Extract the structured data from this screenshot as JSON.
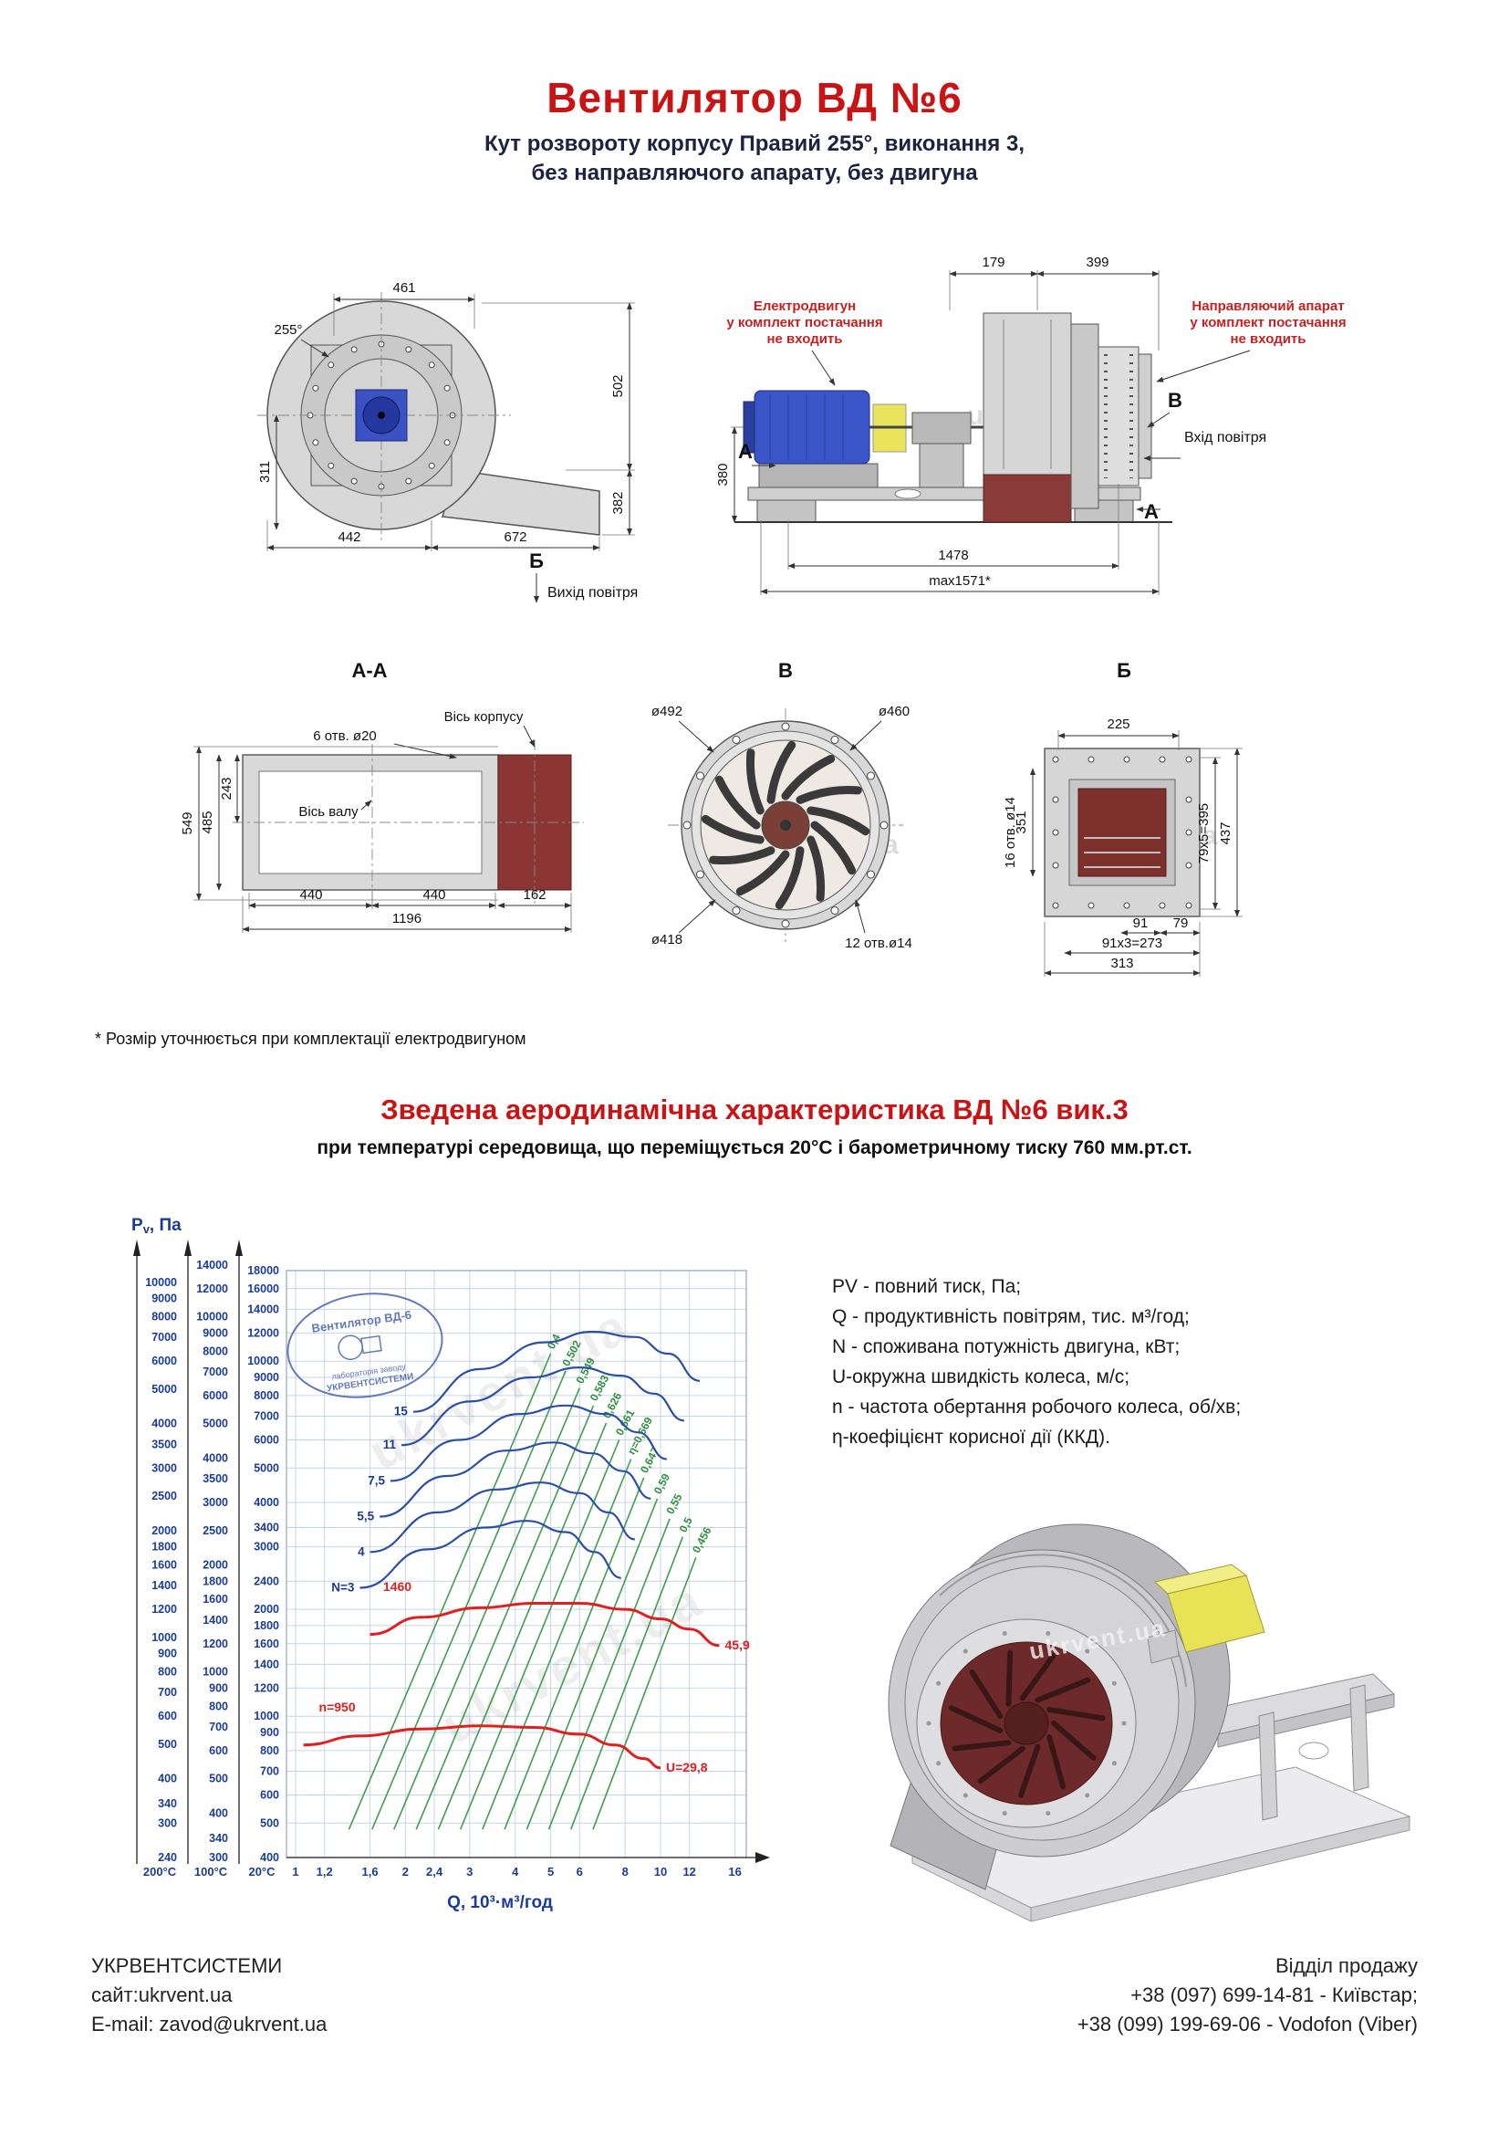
{
  "header": {
    "title": "Вентилятор ВД №6",
    "subtitle_line1": "Кут розвороту корпусу Правий 255°, виконання 3,",
    "subtitle_line2": "без направляючого апарату, без двигуна"
  },
  "watermark": "ukrvent.ua",
  "front_view": {
    "dim_461": "461",
    "angle_255": "255°",
    "dim_502": "502",
    "dim_311": "311",
    "dim_382": "382",
    "dim_442": "442",
    "dim_672": "672",
    "view_label": "Б",
    "air_out": "Вихід повітря"
  },
  "side_view": {
    "dim_179": "179",
    "dim_399": "399",
    "dim_380": "380",
    "dim_1478": "1478",
    "dim_max": "max1571*",
    "label_v": "В",
    "label_a_left": "А",
    "label_a_right": "А",
    "air_in": "Вхід повітря",
    "note_motor_1": "Електродвигун",
    "note_motor_2": "у комплект постачання",
    "note_motor_3": "не входить",
    "note_guide_1": "Направляючий апарат",
    "note_guide_2": "у комплект постачання",
    "note_guide_3": "не входить"
  },
  "section_aa": {
    "title": "А-А",
    "axis_housing": "Вісь корпусу",
    "holes": "6 отв. ø20",
    "axis_shaft": "Вісь валу",
    "dim_549": "549",
    "dim_485": "485",
    "dim_243": "243",
    "dim_440a": "440",
    "dim_440b": "440",
    "dim_162": "162",
    "dim_1196": "1196"
  },
  "view_v": {
    "title": "В",
    "dia_492": "ø492",
    "dia_460": "ø460",
    "dia_418": "ø418",
    "holes": "12 отв.ø14"
  },
  "view_b": {
    "title": "Б",
    "dim_225": "225",
    "holes": "16 отв. ø14",
    "dim_351": "351",
    "dim_79x5": "79x5=395",
    "dim_437": "437",
    "dim_79": "79",
    "dim_91": "91",
    "dim_91x3": "91x3=273",
    "dim_313": "313"
  },
  "footnote": "* Розмір уточнюється при комплектації електродвигуном",
  "chart_section": {
    "title": "Зведена аеродинамічна характеристика ВД №6 вик.3",
    "subtitle": "при температурі середовища, що переміщується 20°С і барометричному тиску 760 мм.рт.ст."
  },
  "chart_data": {
    "type": "line",
    "title": "Зведена аеродинамічна характеристика ВД №6 вик.3",
    "grid": true,
    "legend_position": "none",
    "x_axis": {
      "label": "Q, 10³·м³/год",
      "scale": "log",
      "ticks": [
        1,
        1.2,
        1.6,
        2,
        2.4,
        3,
        4,
        5,
        6,
        8,
        10,
        12,
        16
      ],
      "tick_labels": [
        "1",
        "1,2",
        "1,6",
        "2",
        "2,4",
        "3",
        "4",
        "5",
        "6",
        "8",
        "10",
        "12",
        "16"
      ]
    },
    "y_axis": {
      "label_main": "P",
      "label_sub": "v",
      "label_rest": ", Па",
      "scale": "log",
      "scales": [
        {
          "name": "200°C",
          "min": 240,
          "ticks": [
            10000,
            9000,
            8000,
            7000,
            6000,
            5000,
            4000,
            3500,
            3000,
            2500,
            2000,
            1800,
            1600,
            1400,
            1200,
            1000,
            900,
            800,
            700,
            600,
            500,
            400,
            340,
            300,
            240
          ]
        },
        {
          "name": "100°C",
          "min": 300,
          "ticks": [
            14000,
            12000,
            10000,
            9000,
            8000,
            7000,
            6000,
            5000,
            4000,
            3500,
            3000,
            2500,
            2000,
            1800,
            1600,
            1400,
            1200,
            1000,
            900,
            800,
            700,
            600,
            500,
            400,
            340,
            300
          ]
        },
        {
          "name": "20°C",
          "min": 400,
          "ticks": [
            18000,
            16000,
            14000,
            12000,
            10000,
            9000,
            8000,
            7000,
            6000,
            5000,
            4000,
            3400,
            3000,
            2400,
            2000,
            1800,
            1600,
            1400,
            1200,
            1000,
            900,
            800,
            700,
            600,
            500,
            400
          ]
        }
      ]
    },
    "efficiency_lines": [
      {
        "label": "0,4",
        "from": [
          1.4,
          480
        ],
        "to": [
          5.0,
          10500
        ]
      },
      {
        "label": "0,502",
        "from": [
          1.62,
          480
        ],
        "to": [
          5.5,
          9400
        ]
      },
      {
        "label": "0,549",
        "from": [
          1.86,
          480
        ],
        "to": [
          6.0,
          8400
        ]
      },
      {
        "label": "0,583",
        "from": [
          2.14,
          480
        ],
        "to": [
          6.55,
          7500
        ]
      },
      {
        "label": "0,626",
        "from": [
          2.46,
          480
        ],
        "to": [
          7.1,
          6700
        ]
      },
      {
        "label": "0,661",
        "from": [
          2.83,
          480
        ],
        "to": [
          7.7,
          6000
        ]
      },
      {
        "label": "η=0,669",
        "from": [
          3.25,
          480
        ],
        "to": [
          8.3,
          5300
        ]
      },
      {
        "label": "0,647",
        "from": [
          3.74,
          480
        ],
        "to": [
          9.0,
          4700
        ]
      },
      {
        "label": "0,59",
        "from": [
          4.3,
          480
        ],
        "to": [
          9.8,
          4100
        ]
      },
      {
        "label": "0,55",
        "from": [
          4.94,
          480
        ],
        "to": [
          10.6,
          3600
        ]
      },
      {
        "label": "0,5",
        "from": [
          5.68,
          480
        ],
        "to": [
          11.5,
          3200
        ]
      },
      {
        "label": "0,456",
        "from": [
          6.53,
          480
        ],
        "to": [
          12.5,
          2800
        ]
      }
    ],
    "power_curves": [
      {
        "label": "15",
        "points": [
          [
            2.1,
            7200
          ],
          [
            3.2,
            9500
          ],
          [
            4.8,
            11300
          ],
          [
            6.5,
            12100
          ],
          [
            8.5,
            11700
          ],
          [
            10.5,
            10500
          ],
          [
            12.8,
            8800
          ]
        ]
      },
      {
        "label": "11",
        "points": [
          [
            1.95,
            5800
          ],
          [
            3.0,
            7700
          ],
          [
            4.4,
            9000
          ],
          [
            6.0,
            9600
          ],
          [
            7.8,
            9100
          ],
          [
            9.6,
            8100
          ],
          [
            11.6,
            6800
          ]
        ]
      },
      {
        "label": "7,5",
        "points": [
          [
            1.82,
            4600
          ],
          [
            2.8,
            6000
          ],
          [
            4.1,
            7100
          ],
          [
            5.5,
            7500
          ],
          [
            7.1,
            7100
          ],
          [
            8.7,
            6300
          ],
          [
            10.4,
            5300
          ]
        ]
      },
      {
        "label": "5,5",
        "points": [
          [
            1.7,
            3650
          ],
          [
            2.6,
            4750
          ],
          [
            3.8,
            5600
          ],
          [
            5.1,
            5900
          ],
          [
            6.5,
            5500
          ],
          [
            7.9,
            4900
          ],
          [
            9.4,
            4100
          ]
        ]
      },
      {
        "label": "4",
        "points": [
          [
            1.6,
            2900
          ],
          [
            2.45,
            3750
          ],
          [
            3.55,
            4350
          ],
          [
            4.7,
            4550
          ],
          [
            6.0,
            4250
          ],
          [
            7.2,
            3750
          ],
          [
            8.5,
            3150
          ]
        ]
      },
      {
        "label": "N=3",
        "points": [
          [
            1.5,
            2300
          ],
          [
            2.3,
            2950
          ],
          [
            3.3,
            3400
          ],
          [
            4.3,
            3550
          ],
          [
            5.5,
            3300
          ],
          [
            6.6,
            2900
          ],
          [
            7.8,
            2450
          ]
        ]
      }
    ],
    "speed_curves": [
      {
        "label": "1460",
        "label_pos": [
          1.9,
          2250
        ],
        "end_label": "45,9",
        "points": [
          [
            1.6,
            1700
          ],
          [
            2.2,
            1900
          ],
          [
            3.2,
            2020
          ],
          [
            4.5,
            2080
          ],
          [
            6.0,
            2080
          ],
          [
            8.0,
            2000
          ],
          [
            10.0,
            1880
          ],
          [
            12.0,
            1760
          ],
          [
            14.5,
            1580
          ]
        ]
      },
      {
        "label": "n=950",
        "label_pos": [
          1.3,
          1030
        ],
        "end_label": "U=29,8",
        "points": [
          [
            1.05,
            830
          ],
          [
            1.5,
            880
          ],
          [
            2.2,
            920
          ],
          [
            3.2,
            940
          ],
          [
            4.5,
            930
          ],
          [
            6.0,
            890
          ],
          [
            7.5,
            830
          ],
          [
            9.0,
            760
          ],
          [
            10.0,
            715
          ]
        ]
      }
    ],
    "stamp": {
      "line1": "Вентилятор ВД-6",
      "line2": "лабораторія заводу",
      "line3": "УКРВЕНТСИСТЕМИ"
    }
  },
  "chart_legend": {
    "lines": [
      "PV - повний тиск, Па;",
      "Q - продуктивність повітрям, тис. м³/год;",
      "N - споживана потужність двигуна, кВт;",
      "U-окружна швидкість колеса, м/с;",
      "n - частота обертання робочого колеса, об/хв;",
      "η-коефіцієнт корисної дії (ККД)."
    ]
  },
  "footer": {
    "company": "УКРВЕНТСИСТЕМИ",
    "site": "сайт:ukrvent.ua",
    "email": "E-mail: zavod@ukrvent.ua",
    "sales_title": "Відділ продажу",
    "phone1": "+38 (097) 699-14-81 - Київстар;",
    "phone2": "+38 (099) 199-69-06 - Vodofon (Viber)"
  }
}
